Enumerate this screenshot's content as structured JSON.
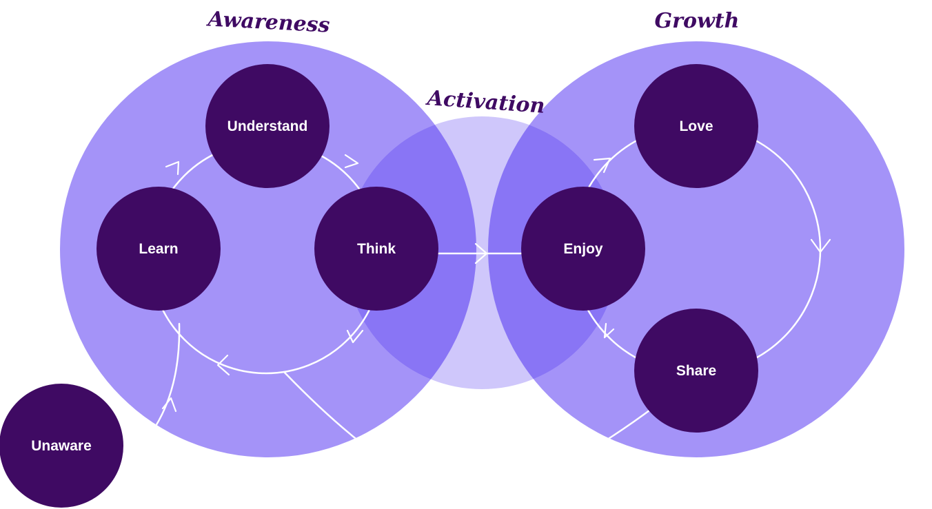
{
  "diagram": {
    "groups": {
      "awareness": "Awareness",
      "activation": "Activation",
      "growth": "Growth"
    },
    "nodes": {
      "understand": "Understand",
      "learn": "Learn",
      "think": "Think",
      "enjoy": "Enjoy",
      "love": "Love",
      "share": "Share",
      "unaware": "Unaware"
    },
    "colors": {
      "group_fill": "#a493f8",
      "activation_fill": "#cfc7fb",
      "overlap_fill": "#8975f5",
      "node_fill": "#3f0a63",
      "title_color": "#3f0a63",
      "line_color": "#ffffff"
    }
  }
}
